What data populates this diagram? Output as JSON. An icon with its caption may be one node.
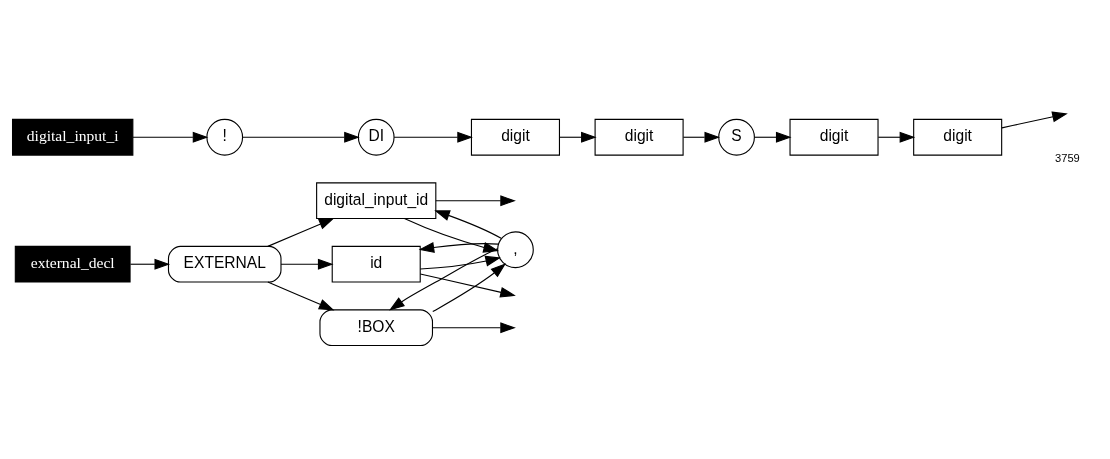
{
  "diagram": {
    "nodes": [
      {
        "text": [
          "external_decl"
        ]
      },
      {
        "text": [
          "EXTERNAL"
        ]
      },
      {
        "text": [
          "id"
        ]
      },
      {
        "text": [
          "digital_input_id"
        ]
      },
      {
        "text": [
          "!BOX"
        ]
      },
      {
        "text": [
          ","
        ]
      },
      {
        "text": [
          "digital_input_i"
        ]
      },
      {
        "text": [
          "!"
        ]
      },
      {
        "text": [
          "DI"
        ]
      },
      {
        "text": [
          "digit"
        ]
      },
      {
        "text": [
          "digit"
        ]
      },
      {
        "text": [
          "S"
        ]
      },
      {
        "text": [
          "digit"
        ]
      },
      {
        "text": [
          "digit"
        ]
      }
    ],
    "edges": [
      {
        "from": 0,
        "to": 1,
        "arrow": "to"
      },
      {
        "from": 1,
        "to": 2,
        "arrow": "to"
      },
      {
        "from": 1,
        "to": 3,
        "arrow": "to"
      },
      {
        "from": 1,
        "to": 4,
        "arrow": "to"
      },
      {
        "from": 2,
        "to": null,
        "arrow": "to"
      },
      {
        "from": 3,
        "to": null,
        "arrow": "to"
      },
      {
        "from": 4,
        "to": null,
        "arrow": "to"
      },
      {
        "from": 2,
        "to": 5,
        "arrow": "to"
      },
      {
        "from": 3,
        "to": 5,
        "arrow": "to"
      },
      {
        "from": 4,
        "to": 5,
        "arrow": "to"
      },
      {
        "from": 5,
        "to": 2,
        "arrow": "to"
      },
      {
        "from": 5,
        "to": 3,
        "arrow": "to"
      },
      {
        "from": 5,
        "to": 4,
        "arrow": "to"
      },
      {
        "from": 6,
        "to": 7,
        "arrow": "to"
      },
      {
        "from": 7,
        "to": 8,
        "arrow": "to"
      },
      {
        "from": 8,
        "to": 9,
        "arrow": "to"
      },
      {
        "from": 9,
        "to": 10,
        "arrow": "to"
      },
      {
        "from": 10,
        "to": 11,
        "arrow": "to"
      },
      {
        "from": 11,
        "to": 12,
        "arrow": "to"
      },
      {
        "from": 12,
        "to": 13,
        "arrow": "to"
      },
      {
        "from": 13,
        "to": null,
        "arrow": "to"
      }
    ],
    "labels": [
      "3759"
    ]
  }
}
